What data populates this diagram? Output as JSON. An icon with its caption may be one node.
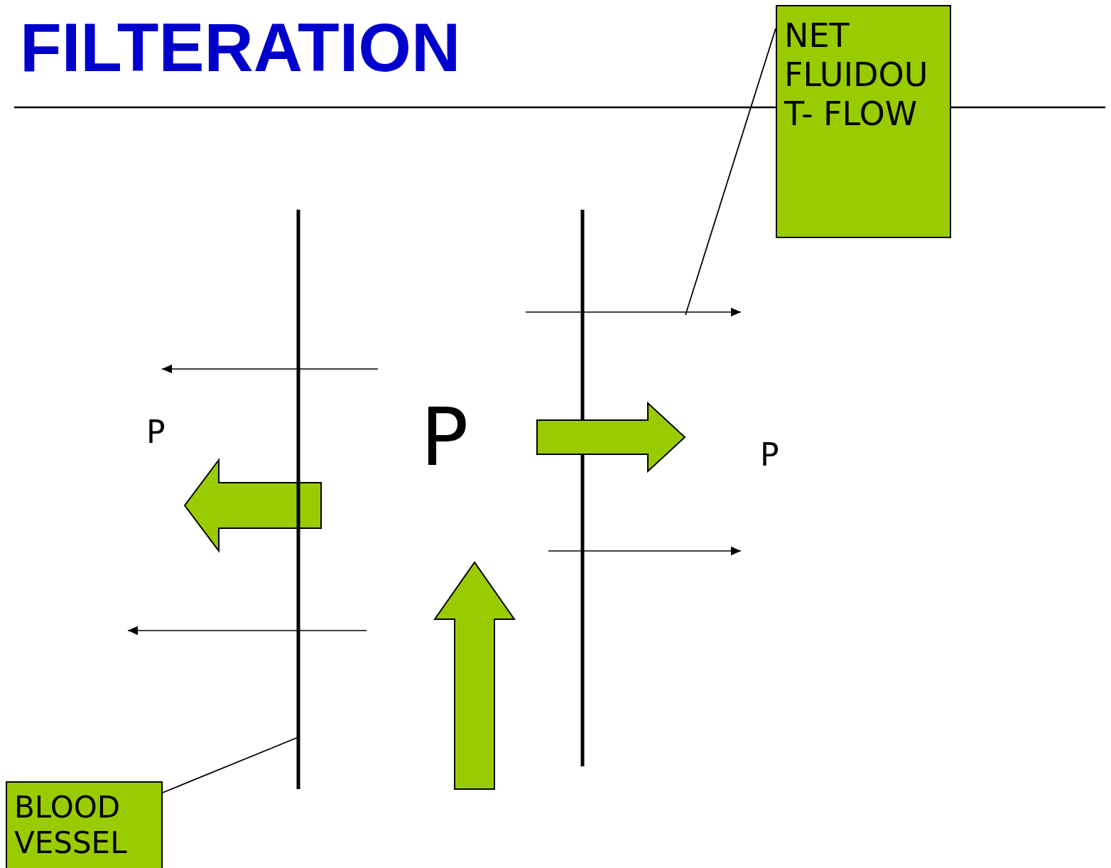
{
  "diagram": {
    "title": "FILTERATION",
    "nodes": [
      {
        "text": [
          "NET FLUIDOU T- FLOW"
        ]
      },
      {
        "text": [
          "P"
        ]
      },
      {
        "text": [
          "P"
        ]
      },
      {
        "text": [
          "P"
        ]
      },
      {
        "text": [],
        "shape": "line"
      },
      {
        "text": [
          "BLOOD VESSEL"
        ]
      }
    ],
    "edges": [
      {
        "from": 0,
        "to": null,
        "arrow": "none"
      },
      {
        "from": 5,
        "to": 4,
        "arrow": "none"
      }
    ]
  }
}
